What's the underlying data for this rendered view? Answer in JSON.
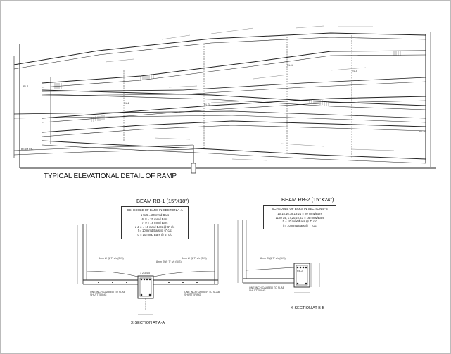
{
  "drawing": {
    "main_title": "TYPICAL ELEVATIONAL DETAIL OF RAMP",
    "beam_rb1": {
      "title": "BEAM RB-1 (15\"X18\")",
      "caption": "X-SECTION AT A-A",
      "schedule_title": "SCHEDULE OF BARS IN SECTION A-A",
      "schedule_rows": [
        "1 to 5 = 20 mmd Bars",
        "6, 8 = 20 mmd Bars",
        "7, 9 = 16 mmd Bars",
        "d & e = 10 mmd Bars @ 6\" c/c",
        "f = 10 mmd Bars @ 6\" c/c",
        "g = 10 mmd Bars @ 6\" c/c"
      ],
      "notes": [
        "8mm Ø @ 7\" c/c (D/S)",
        "8mm Ø @ 7\" c/c (D/S)",
        "8mm Ø @ 7\" c/c (D/S)"
      ],
      "bar_marks": "1 2 3 4 5",
      "camber_left": "ONE INCH CAMBER TO SLAB SHUTTERING",
      "camber_right": "ONE INCH CAMBER TO SLAB SHUTTERING"
    },
    "beam_rb2": {
      "title": "BEAM RB-2 (15\"X24\")",
      "caption": "X-SECTION AT B-B",
      "schedule_title": "SCHEDULE OF BARS IN SECTION B-B",
      "schedule_rows": [
        "10,15,16,18,19,21 = 20 mmØBars",
        "11 to 14, 17,20,22,23 = 16 mmØBars",
        "h = 10 mmØBars @ 7\" c/c",
        "f = 10 mmØBars @ 7\" c/c"
      ],
      "notes": [
        "8mm Ø @ 7\" c/c (D/S)"
      ],
      "camber_left": "ONE INCH CAMBER TO SLAB SHUTTERING",
      "beam_label": "RB-2"
    },
    "ramp_labels": {
      "beam_rb1": "BEAM RB-1",
      "rl": [
        "RL-1",
        "RL-2",
        "RL-3",
        "RL-4",
        "RL-5",
        "RL-6"
      ]
    }
  }
}
